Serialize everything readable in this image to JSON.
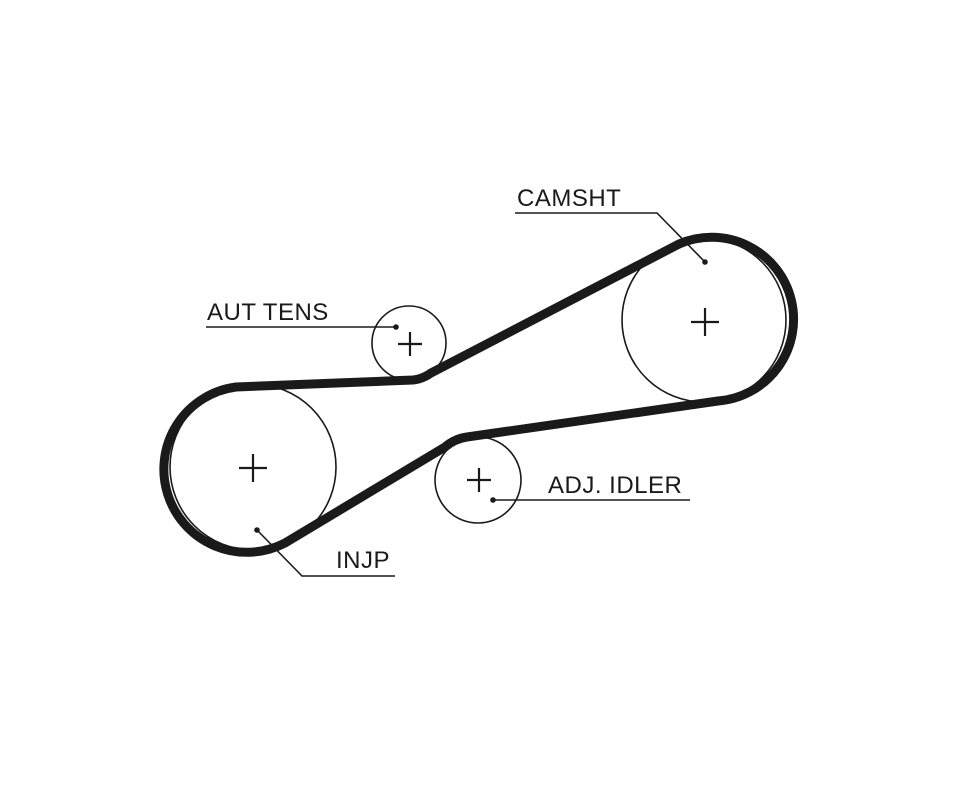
{
  "labels": {
    "camshaft": "CAMSHT",
    "auto_tensioner": "AUT TENS",
    "adjustable_idler": "ADJ. IDLER",
    "injection_pump": "INJP"
  },
  "colors": {
    "line": "#1a1a1a",
    "background": "#ffffff"
  }
}
